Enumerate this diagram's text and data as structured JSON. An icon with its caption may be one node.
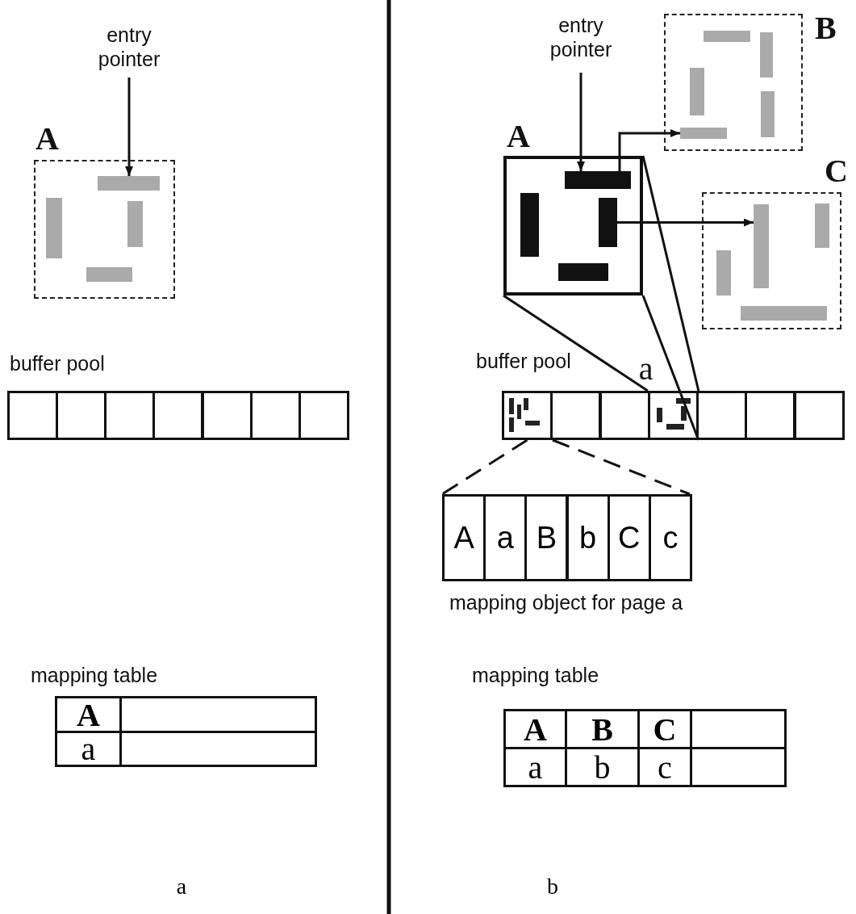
{
  "diagram": {
    "nodes": [
      {
        "text": [
          "entry pointer"
        ]
      },
      {
        "text": [
          "A"
        ]
      },
      {
        "text": [],
        "shape": "bar",
        "in": 1
      },
      {
        "text": [],
        "shape": "bar",
        "in": 1
      },
      {
        "text": [],
        "shape": "bar",
        "in": 1
      },
      {
        "text": [],
        "shape": "bar",
        "in": 1
      },
      {
        "text": [],
        "shape": "box"
      },
      {
        "text": [],
        "shape": "box"
      },
      {
        "text": [],
        "shape": "box"
      },
      {
        "text": [],
        "shape": "box"
      },
      {
        "text": [],
        "shape": "box"
      },
      {
        "text": [],
        "shape": "box"
      },
      {
        "text": [],
        "shape": "box"
      },
      {
        "text": [
          "entry pointer"
        ]
      },
      {
        "text": [
          "A"
        ]
      },
      {
        "text": [],
        "shape": "bar",
        "in": 14
      },
      {
        "text": [],
        "shape": "bar",
        "in": 14
      },
      {
        "text": [],
        "shape": "bar",
        "in": 14
      },
      {
        "text": [],
        "shape": "bar",
        "in": 14
      },
      {
        "text": [
          "B"
        ]
      },
      {
        "text": [],
        "shape": "bar",
        "in": 19
      },
      {
        "text": [],
        "shape": "bar",
        "in": 19
      },
      {
        "text": [],
        "shape": "bar",
        "in": 19
      },
      {
        "text": [],
        "shape": "bar",
        "in": 19
      },
      {
        "text": [],
        "shape": "bar",
        "in": 19
      },
      {
        "text": [
          "C"
        ]
      },
      {
        "text": [],
        "shape": "bar",
        "in": 25
      },
      {
        "text": [],
        "shape": "bar",
        "in": 25
      },
      {
        "text": [],
        "shape": "bar",
        "in": 25
      },
      {
        "text": [],
        "shape": "bar",
        "in": 25
      },
      {
        "text": [],
        "shape": "box"
      },
      {
        "text": [],
        "shape": "box"
      },
      {
        "text": [],
        "shape": "box"
      },
      {
        "text": [
          "a"
        ]
      },
      {
        "text": [],
        "shape": "box"
      },
      {
        "text": [],
        "shape": "box"
      },
      {
        "text": [],
        "shape": "box"
      },
      {
        "text": [
          "A",
          "a",
          "B",
          "b",
          "C",
          "c"
        ],
        "beside": [
          "mapping object for page a"
        ]
      }
    ],
    "edges": [
      {
        "from": 0,
        "to": 2,
        "arrow": "to"
      },
      {
        "from": 13,
        "to": 15,
        "arrow": "to"
      },
      {
        "from": 15,
        "to": 24,
        "arrow": "to"
      },
      {
        "from": 17,
        "to": 26,
        "arrow": "to"
      },
      {
        "from": 14,
        "to": 33,
        "arrow": "none"
      },
      {
        "from": 14,
        "to": 33,
        "arrow": "none"
      },
      {
        "from": 14,
        "to": 33,
        "arrow": "none"
      },
      {
        "from": 30,
        "to": 37,
        "arrow": "none",
        "style": "dashed"
      },
      {
        "from": 30,
        "to": 37,
        "arrow": "none",
        "style": "dashed"
      }
    ],
    "labels": [
      "buffer pool",
      "mapping table",
      "A",
      "a",
      "a",
      "buffer pool",
      "mapping table",
      "A",
      "B",
      "C",
      "a",
      "b",
      "c",
      "b"
    ]
  }
}
